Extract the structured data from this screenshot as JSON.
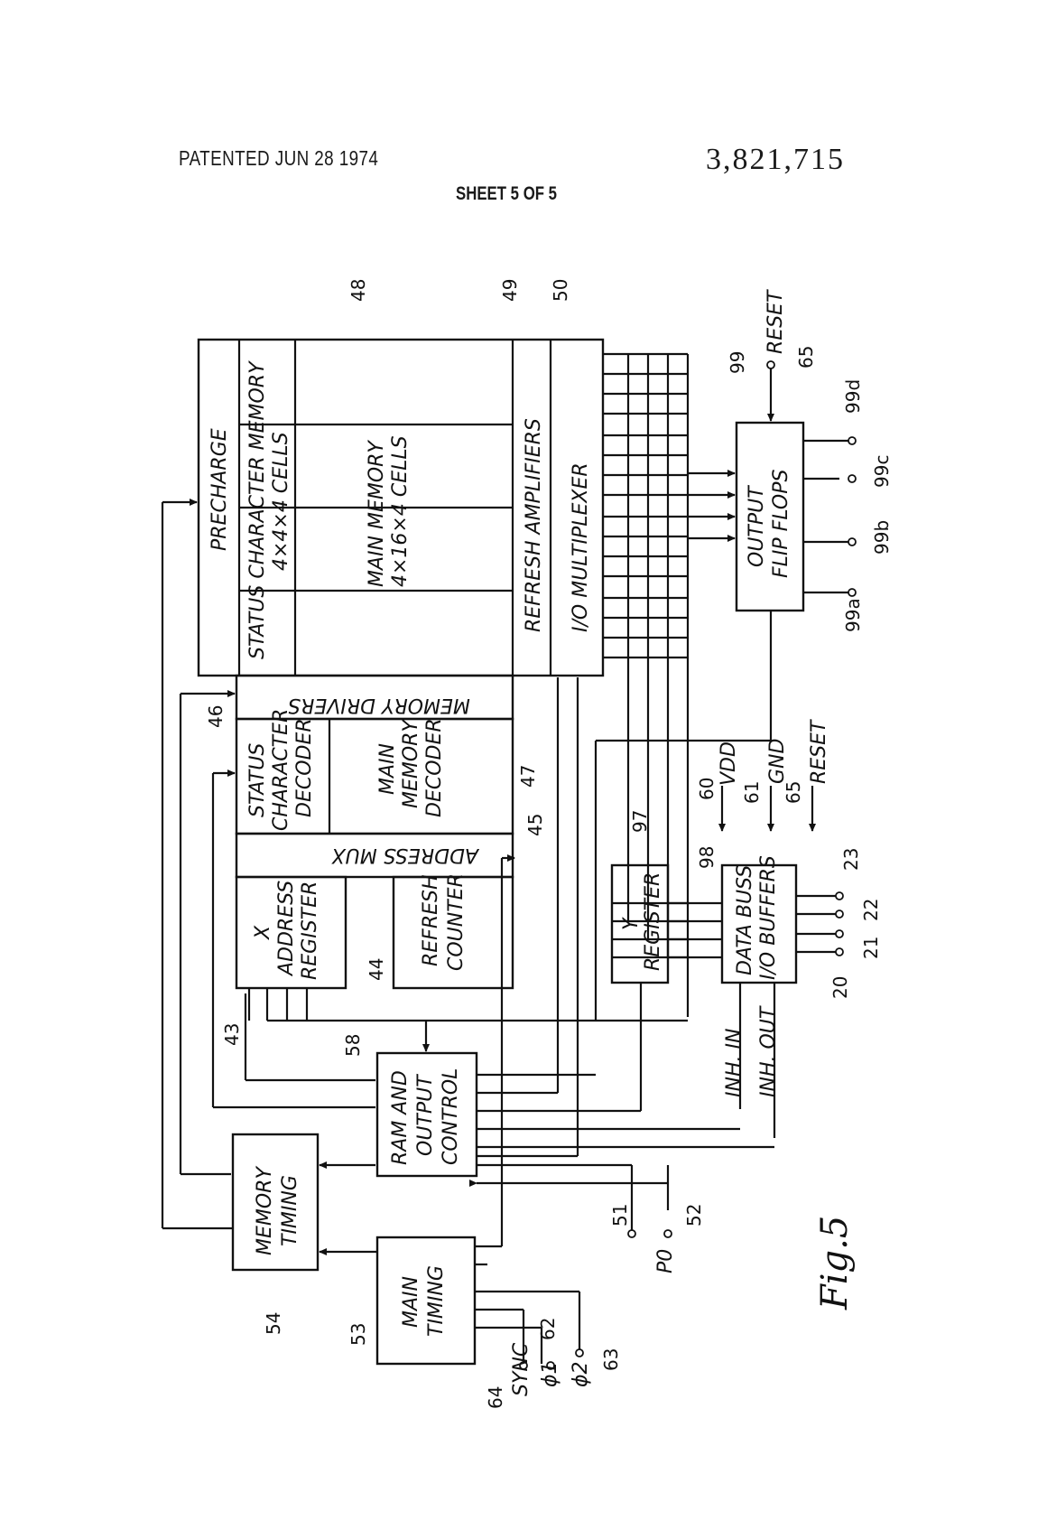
{
  "header": {
    "patented": "PATENTED JUN 28 1974",
    "patent_number": "3,821,715",
    "sheet": "SHEET 5 OF 5"
  },
  "figure": {
    "caption": "Fig.5",
    "blocks": {
      "precharge": "PRECHARGE",
      "status_mem_1": "STATUS CHARACTER MEMORY",
      "status_mem_2": "4×4×4 CELLS",
      "main_mem_1": "MAIN MEMORY",
      "main_mem_2": "4×16×4 CELLS",
      "refresh_amp": "REFRESH AMPLIFIERS",
      "io_mux": "I/O MULTIPLEXER",
      "mem_drivers": "MEMORY DRIVERS",
      "status_dec_1": "STATUS",
      "status_dec_2": "CHARACTER",
      "status_dec_3": "DECODER",
      "main_dec_1": "MAIN",
      "main_dec_2": "MEMORY",
      "main_dec_3": "DECODER",
      "addr_mux": "ADDRESS MUX",
      "xreg_1": "X",
      "xreg_2": "ADDRESS",
      "xreg_3": "REGISTER",
      "refresh_1": "REFRESH",
      "refresh_2": "COUNTER",
      "yreg_1": "Y",
      "yreg_2": "REGISTER",
      "databuss_1": "DATA BUSS",
      "databuss_2": "I/O BUFFERS",
      "outff_1": "OUTPUT",
      "outff_2": "FLIP FLOPS",
      "ram_1": "RAM AND",
      "ram_2": "OUTPUT",
      "ram_3": "CONTROL",
      "memtiming_1": "MEMORY",
      "memtiming_2": "TIMING",
      "maintiming_1": "MAIN",
      "maintiming_2": "TIMING"
    },
    "signals": {
      "reset_top": "RESET",
      "vdd": "VDD",
      "gnd": "GND",
      "reset_mid": "RESET",
      "inh_in": "INH. IN",
      "inh_out": "INH. OUT",
      "sync": "SYNC",
      "phi1": "ϕ1",
      "phi2": "ϕ2",
      "p0": "P0"
    },
    "refs": {
      "r48": "48",
      "r49": "49",
      "r50": "50",
      "r99": "99",
      "r65a": "65",
      "r99d": "99d",
      "r99c": "99c",
      "r99b": "99b",
      "r99a": "99a",
      "r46": "46",
      "r47": "47",
      "r45": "45",
      "r60": "60",
      "r61": "61",
      "r65b": "65",
      "r97": "97",
      "r98": "98",
      "r23": "23",
      "r22": "22",
      "r21": "21",
      "r20": "20",
      "r43": "43",
      "r44": "44",
      "r58": "58",
      "r51": "51",
      "r52": "52",
      "r54": "54",
      "r53": "53",
      "r64": "64",
      "r62": "62",
      "r63": "63"
    }
  }
}
